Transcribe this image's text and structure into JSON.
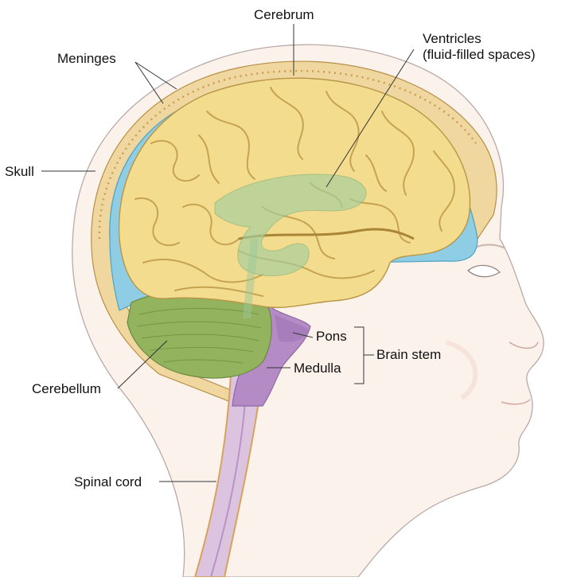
{
  "labels": {
    "cerebrum": "Cerebrum",
    "meninges": "Meninges",
    "ventricles_line1": "Ventricles",
    "ventricles_line2": "(fluid-filled spaces)",
    "skull": "Skull",
    "pons": "Pons",
    "brain_stem": "Brain stem",
    "medulla": "Medulla",
    "cerebellum": "Cerebellum",
    "spinal_cord": "Spinal cord"
  },
  "colors": {
    "cerebrum": "#f4dc8e",
    "cerebrum_fold": "#c9a957",
    "cerebellum": "#8fae5c",
    "brain_stem": "#b486c2",
    "spinal_cord": "#d9b9dc",
    "csf": "#7ec8e3",
    "skull": "#e9cf8f",
    "ventricles": "#a6cfa2",
    "skin": "#fbefe8",
    "outline": "#9a8a8a"
  }
}
